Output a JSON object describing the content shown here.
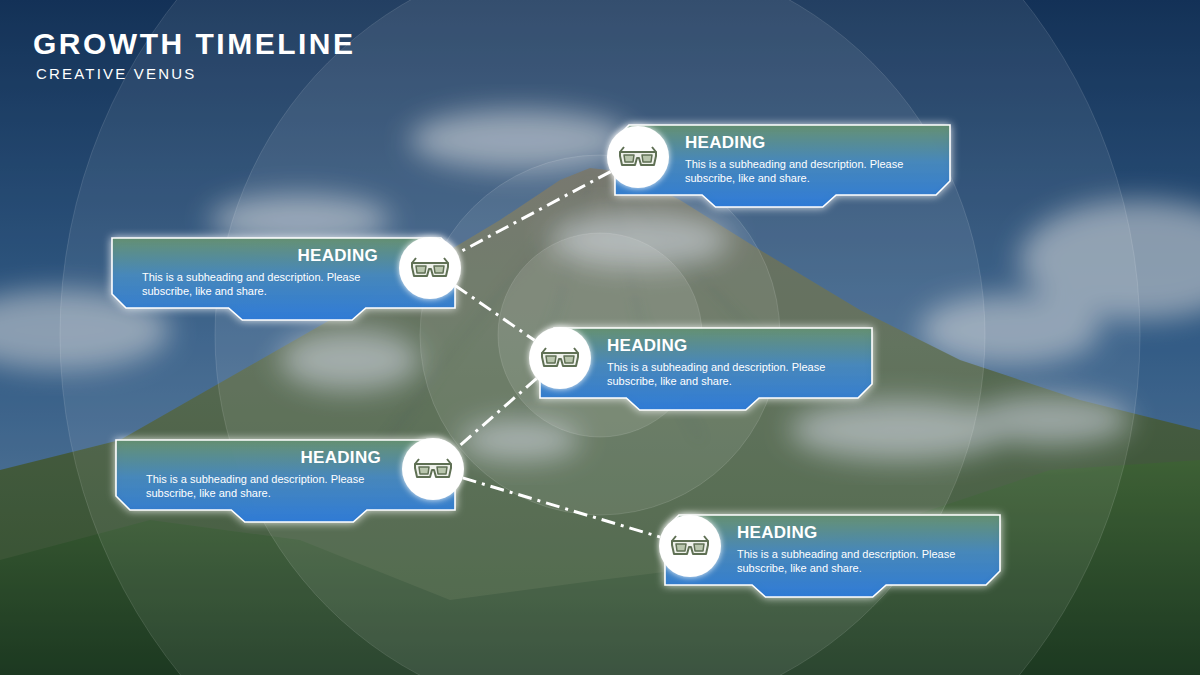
{
  "diagram": {
    "title": "GROWTH TIMELINE",
    "nodes": [
      {
        "text": [
          "HEADING",
          "This is a subheading and description. Please subscribe, like and share."
        ]
      },
      {
        "text": [
          "HEADING",
          "This is a subheading and description. Please subscribe, like and share."
        ]
      },
      {
        "text": [
          "HEADING",
          "This is a subheading and description. Please subscribe, like and share."
        ]
      },
      {
        "text": [
          "HEADING",
          "This is a subheading and description. Please subscribe, like and share."
        ]
      },
      {
        "text": [
          "HEADING",
          "This is a subheading and description. Please subscribe, like and share."
        ]
      }
    ],
    "edges": [
      {
        "from": 0,
        "to": 1,
        "arrow": "none"
      },
      {
        "from": 1,
        "to": 2,
        "arrow": "none"
      },
      {
        "from": 2,
        "to": 3,
        "arrow": "none"
      },
      {
        "from": 3,
        "to": 4,
        "arrow": "none"
      }
    ],
    "labels": [
      "CREATIVE VENUS"
    ]
  }
}
